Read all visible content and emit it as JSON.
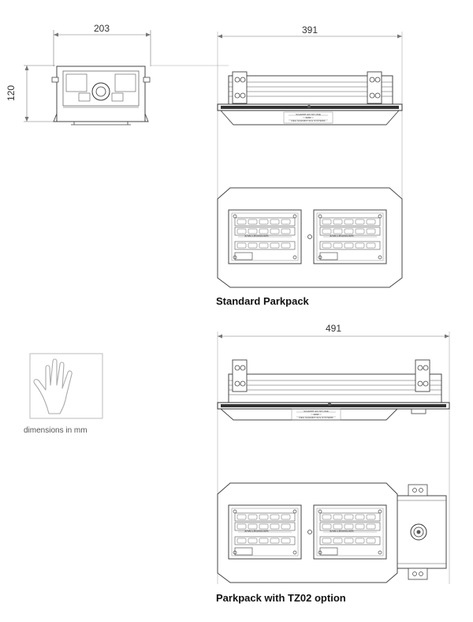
{
  "dimensions": {
    "side_width": "203",
    "height": "120",
    "standard_width": "391",
    "tz02_width": "491"
  },
  "captions": {
    "standard": "Standard Parkpack",
    "tz02": "Parkpack with TZ02 option"
  },
  "legend": {
    "note": "dimensions in mm",
    "icon": "hand-icon"
  },
  "module_label": "32W-LED/60-WS",
  "plate_text": [
    "SCHMIDT-EN SP LINIE",
    "1234",
    "REG SCHMIDT-SOL SYSTEMS"
  ],
  "colors": {
    "line": "#444444",
    "dim_line": "#777777"
  }
}
